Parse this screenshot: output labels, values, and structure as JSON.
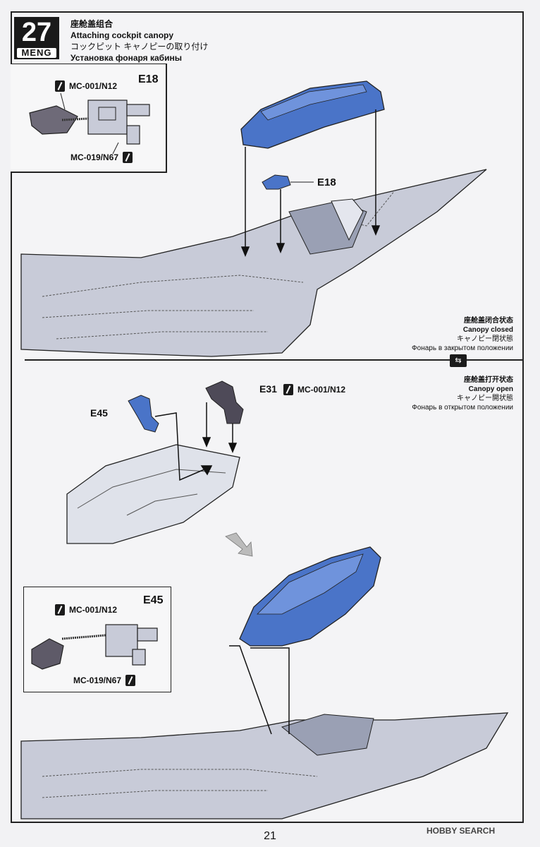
{
  "step": {
    "number": "27",
    "brand": "MENG"
  },
  "titles": {
    "zh": "座舱盖组合",
    "en": "Attaching cockpit canopy",
    "ja": "コックピット キャノピーの取り付け",
    "ru": "Установка фонаря кабины"
  },
  "inset_top": {
    "part": "E18",
    "paint_1": "MC-001/N12",
    "paint_2": "MC-019/N67"
  },
  "main_top": {
    "part_label": "E18"
  },
  "closed_state": {
    "zh": "座舱盖闭合状态",
    "en": "Canopy closed",
    "ja": "キャノピー閉状態",
    "ru": "Фонарь в закрытом положении"
  },
  "open_state": {
    "zh": "座舱盖打开状态",
    "en": "Canopy open",
    "ja": "キャノピー開状態",
    "ru": "Фонарь в открытом положении"
  },
  "main_bottom": {
    "part_e31": "E31",
    "paint_e31": "MC-001/N12",
    "part_e45": "E45"
  },
  "inset_bottom": {
    "part": "E45",
    "paint_1": "MC-001/N12",
    "paint_2": "MC-019/N67"
  },
  "page_number": "21",
  "watermark": "HOBBY SEARCH",
  "colors": {
    "canopy": "#4a74c8",
    "airframe": "#c8cbd8",
    "line": "#222222"
  },
  "icons": [
    "paint-brush-icon",
    "canopy-state-icon",
    "direction-arrow-icon"
  ]
}
